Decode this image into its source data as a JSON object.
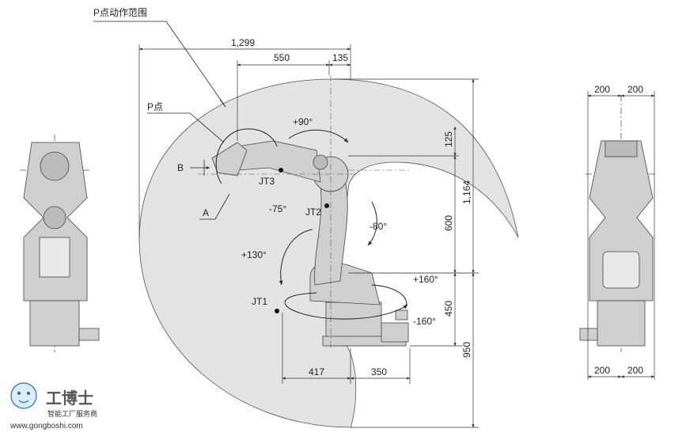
{
  "labels": {
    "range_title": "P点动作范围",
    "p_point": "P点",
    "a": "A",
    "b": "B",
    "jt1": "JT1",
    "jt2": "JT2",
    "jt3": "JT3"
  },
  "angles": {
    "plus90": "+90°",
    "minus75": "-75°",
    "minus80": "-80°",
    "plus130": "+130°",
    "plus160": "+160°",
    "minus160": "-160°"
  },
  "dimensions": {
    "total_reach": "1,299",
    "d550": "550",
    "d135": "135",
    "d125": "125",
    "d1164": "1,164",
    "d600": "600",
    "d450": "450",
    "d950": "950",
    "d417": "417",
    "d350": "350",
    "side_top_left": "200",
    "side_top_right": "200",
    "side_bottom_left": "200",
    "side_bottom_right": "200"
  },
  "watermark": {
    "brand": "工博士",
    "tagline": "智能工厂服务商",
    "url": "www.gongboshi.com"
  },
  "colors": {
    "range_fill": "#e3e3e3",
    "robot_fill": "#cfcfcf",
    "line": "#333333",
    "brand_blue": "#1f6fb5"
  }
}
